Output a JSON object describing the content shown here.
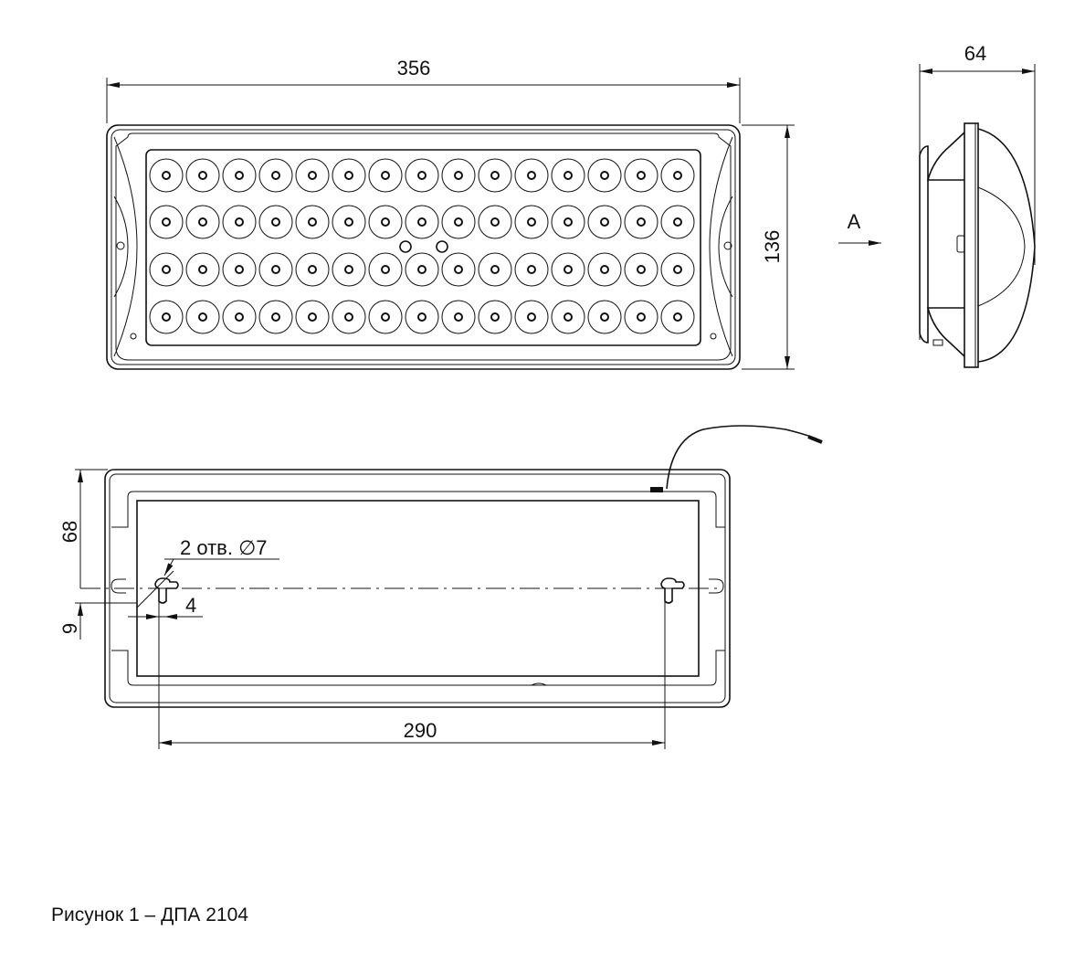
{
  "dimensions": {
    "width": "356",
    "height": "136",
    "depth": "64",
    "mount_spacing": "290",
    "top_offset": "68",
    "slot_offset": "9",
    "slot_width": "4",
    "holes_note": "2 отв. ∅7",
    "view_label": "A"
  },
  "caption": "Рисунок 1 – ДПА 2104",
  "led_grid": {
    "columns": 15,
    "rows": 4
  }
}
